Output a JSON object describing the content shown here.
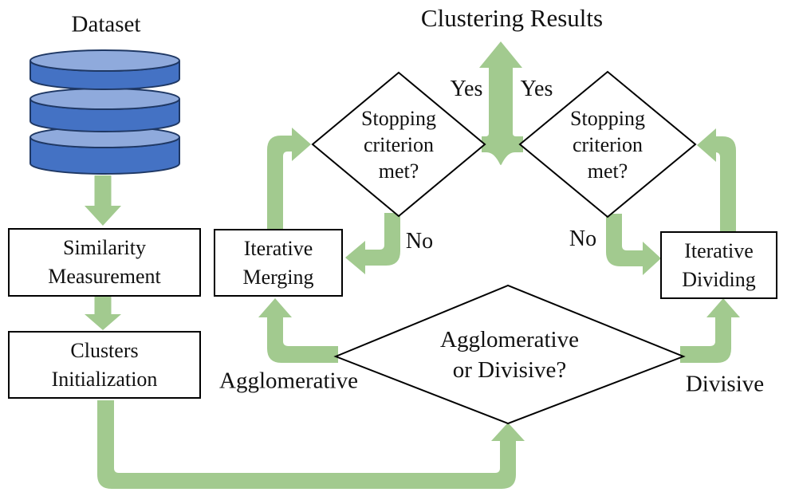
{
  "colors": {
    "background": "#ffffff",
    "text": "#111111",
    "shape_border": "#000000",
    "arrow_green": "#A2CA8F",
    "db_blue": "#4472C4",
    "db_blue_light": "#8FAADC",
    "db_outline": "#1F3864"
  },
  "labels": {
    "dataset": "Dataset",
    "clustering_results": "Clustering Results",
    "yes_left": "Yes",
    "yes_right": "Yes",
    "no_left": "No",
    "no_right": "No",
    "agglomerative": "Agglomerative",
    "divisive": "Divisive"
  },
  "boxes": {
    "similarity": {
      "lines": [
        "Similarity",
        "Measurement"
      ]
    },
    "clusters": {
      "lines": [
        "Clusters",
        "Initialization"
      ]
    },
    "merging": {
      "lines": [
        "Iterative",
        "Merging"
      ]
    },
    "dividing": {
      "lines": [
        "Iterative",
        "Dividing"
      ]
    }
  },
  "diamonds": {
    "stopping_left": {
      "lines": [
        "Stopping",
        "criterion",
        "met?"
      ]
    },
    "stopping_right": {
      "lines": [
        "Stopping",
        "criterion",
        "met?"
      ]
    },
    "agglo_divisive": {
      "lines": [
        "Agglomerative",
        "or Divisive?"
      ]
    }
  },
  "icons": {
    "database": "database-icon"
  }
}
